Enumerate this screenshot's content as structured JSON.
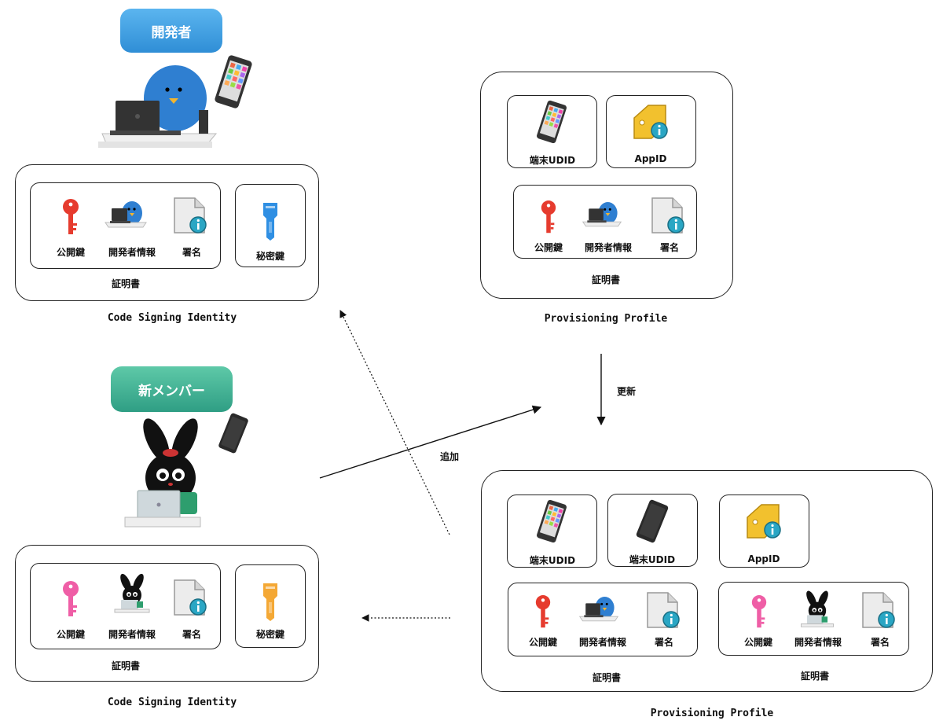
{
  "developer": {
    "badge": "開発者",
    "identity": {
      "cert_items": [
        "公開鍵",
        "開発者情報",
        "署名"
      ],
      "private_key": "秘密鍵",
      "cert_label": "証明書",
      "title": "Code Signing Identity"
    }
  },
  "new_member": {
    "badge": "新メンバー",
    "identity": {
      "cert_items": [
        "公開鍵",
        "開発者情報",
        "署名"
      ],
      "private_key": "秘密鍵",
      "cert_label": "証明書",
      "title": "Code Signing Identity"
    }
  },
  "profile_top": {
    "device": "端末UDID",
    "app": "AppID",
    "cert_items": [
      "公開鍵",
      "開発者情報",
      "署名"
    ],
    "cert_label": "証明書",
    "title": "Provisioning Profile"
  },
  "profile_bottom": {
    "device1": "端末UDID",
    "device2": "端末UDID",
    "app": "AppID",
    "cert1_items": [
      "公開鍵",
      "開発者情報",
      "署名"
    ],
    "cert1_label": "証明書",
    "cert2_items": [
      "公開鍵",
      "開発者情報",
      "署名"
    ],
    "cert2_label": "証明書",
    "title": "Provisioning Profile"
  },
  "arrows": {
    "update": "更新",
    "add": "追加"
  },
  "colors": {
    "developer_badge": "#3a9be0",
    "member_badge": "#3fae92",
    "dev_public_key": "#e63b2e",
    "dev_private_key": "#2f8fe3",
    "member_public_key": "#ef5ea6",
    "member_private_key": "#f4a835"
  }
}
